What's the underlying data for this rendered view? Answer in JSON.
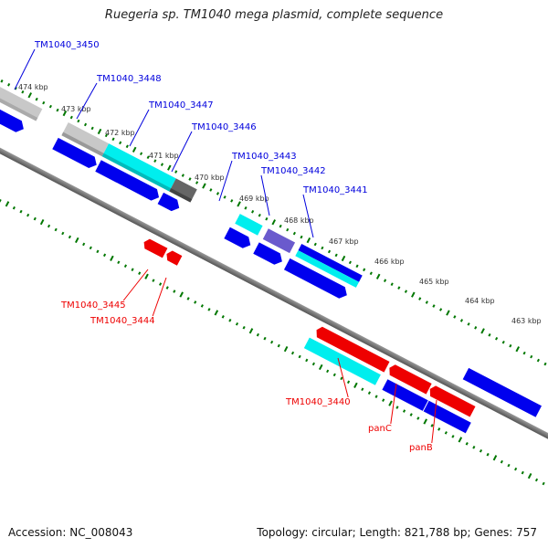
{
  "title": "Ruegeria sp. TM1040 mega plasmid, complete sequence",
  "footer": {
    "accession": "Accession: NC_008043",
    "stats": "Topology: circular; Length: 821,788 bp; Genes: 757"
  },
  "colors": {
    "forward_label": "#0000dd",
    "reverse_label": "#ee0000",
    "backbone": "#777777",
    "ticks": "#007700",
    "blue": "#0000ee",
    "cyan": "#00eeee",
    "red": "#ee0000",
    "grey": "#c0c0c0",
    "dark_grey": "#606060",
    "purple": "#6a5acd"
  },
  "scale_labels": [
    "474 kbp",
    "473 kbp",
    "472 kbp",
    "471 kbp",
    "470 kbp",
    "469 kbp",
    "468 kbp",
    "467 kbp",
    "466 kbp",
    "465 kbp",
    "464 kbp",
    "463 kbp"
  ],
  "forward_gene_labels": [
    "TM1040_3450",
    "TM1040_3448",
    "TM1040_3447",
    "TM1040_3446",
    "TM1040_3443",
    "TM1040_3442",
    "TM1040_3441"
  ],
  "reverse_gene_labels": [
    "TM1040_3445",
    "TM1040_3444",
    "TM1040_3440",
    "panC",
    "panB"
  ]
}
